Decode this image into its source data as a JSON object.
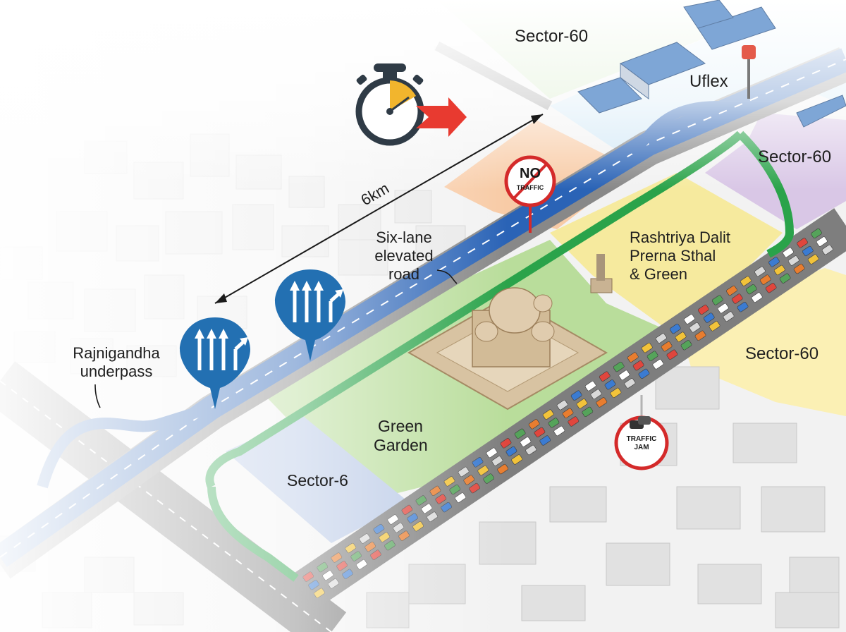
{
  "map": {
    "areas": {
      "sector60_top": "Sector-60",
      "uflex": "Uflex",
      "sector60_right": "Sector-60",
      "rashtriya_line1": "Rashtriya Dalit",
      "rashtriya_line2": "Prerna Sthal",
      "rashtriya_line3": "& Green",
      "sector60_lower": "Sector-60",
      "green_garden_line1": "Green",
      "green_garden_line2": "Garden",
      "sector6": "Sector-6"
    },
    "annotations": {
      "distance": "6km",
      "elevated_line1": "Six-lane",
      "elevated_line2": "elevated",
      "elevated_line3": "road",
      "underpass_line1": "Rajnigandha",
      "underpass_line2": "underpass"
    },
    "signs": {
      "no_traffic_big": "NO",
      "no_traffic_small": "TRAFFIC",
      "traffic_jam_line1": "TRAFFIC",
      "traffic_jam_line2": "JAM"
    },
    "colors": {
      "elevated_road": "#2a63b6",
      "ramp": "#2aa34a",
      "sector60_top_zone": "#cfe8bf",
      "uflex_zone": "#d3e9f6",
      "no_traffic_zone": "#f8cba6",
      "sector60_right_zone": "#d9c7e6",
      "rashtriya_zone": "#f6ea9e",
      "sector60_lower_zone": "#fbf0b4",
      "green_garden_zone": "#b9dd9b",
      "sector6_zone": "#b9c9e6",
      "warning_red": "#d42a2a",
      "direction_sign": "#2370b2"
    }
  }
}
